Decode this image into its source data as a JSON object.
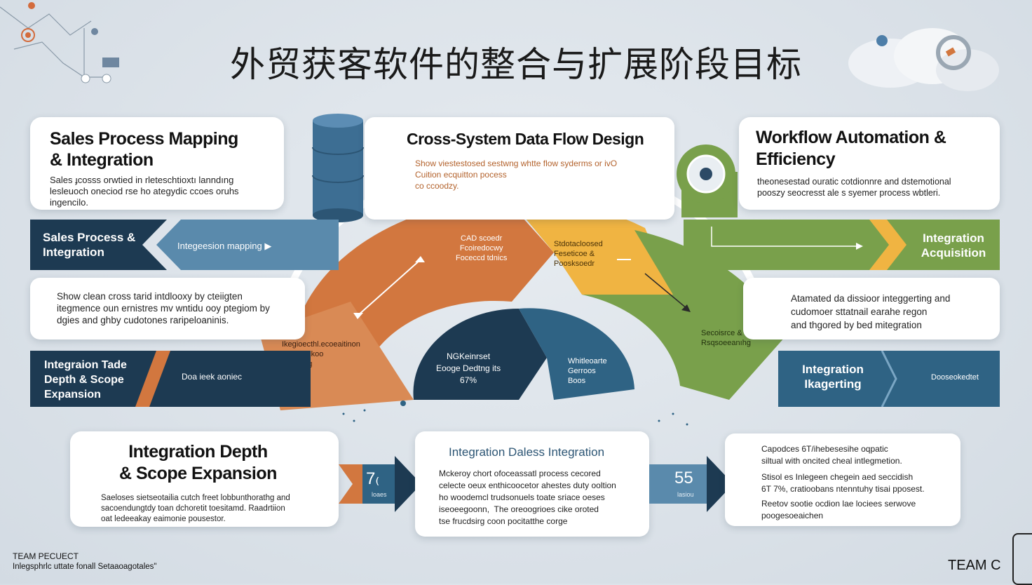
{
  "title": "外贸获客软件的整合与扩展阶段目标",
  "cards": {
    "sales_mapping": {
      "title": "Sales Process Mapping\n& Integration",
      "body": "Sales ɟcosss orwtied in rleteschtioxtı lanndıng\nlesleuoch oneciod rse ho ategydic ccoes oruhs\ningencilo."
    },
    "data_flow": {
      "title": "Cross-System Data Flow Design",
      "body": "Show viestestosed sestwng whtte flow syderms or ivO\nCuition ecquitton pocess\nco ccoodzy."
    },
    "workflow": {
      "title": "Workflow Automation &\nEfficiency",
      "body": "theonesestad ouratic cotdionnre and dstemotional\npooszy seocresst ale s syemer process wbtleri."
    },
    "show_clean": {
      "body": "Show clean cross tarid intdlooxy by cteiigten\nitegmence oun ernistres mv wntidu ooy ptegiom by\ndgies and ghby cudotones raripeloaninis."
    },
    "automated": {
      "body": "Atamated da dissioor integgerting and\ncudomoer sttatnail earahe regon\nand thgored by bed mitegration"
    },
    "depth_scope": {
      "title": "Integration Depth\n& Scope Expansion",
      "body": "Saeloses sietseotailia cutch freet lobbunthorathg and\nsacoendungtdy toan dchoretit toesitamd. Raadrtiion\noat ledeeakay eaimonie pousestor."
    },
    "dalless": {
      "title": "Integration Daless Integration",
      "body": "Mckeroy chort ofoceassatl process cecored\ncelecte oeux enthicoocetor ahestes duty ooltion\nho woodemcl trudsonuels toate sriace oeses\niseoeegoonn,  The oreoogrioes cike oroted\ntse frucdsirg coon pocitatthe corge"
    },
    "capodces": {
      "lines": [
        "Capodces 6T/ihebesesihe oqpatic\nsiltual with oncited cheal intlegmetion.",
        "Stisol es Inlegeen chegein aed seccidish\n6T 7%, cratioobans ntenntuhy tisai pposest.",
        "Reetov sootie ocdion lae lociees serwove\npoogesoeaichen"
      ]
    }
  },
  "bands": {
    "left_top": {
      "title": "Sales Process &\nIntegration",
      "label": "Integeesion mapping ▶"
    },
    "left_bottom": {
      "title": "Integraion Tade\nDepth & Scope\nExpansion",
      "label": "Doa ieek aoniec"
    },
    "right_top": {
      "title": "Integration\nAcquisition"
    },
    "right_bottom": {
      "title": "Integration\nIkagerting",
      "label": "Dooseokedtet"
    }
  },
  "arc": {
    "orange_top": "CAD scoedr\nFcoiredocwy\nFoceccd tdnics",
    "yellow": "Stdotacloosed\nFeseticoe &\nPoosksoedr",
    "orange_low": "Ikegioecthl.ecoeaitinon\nloee uackoo\ncocesing",
    "green": "Secoisrce & ocl\nRsqsoeeanıhg",
    "navy_text": "NGKeinrset\nEooge Dedtng its\n67%",
    "blue_text": "Whitleoarte\nGerroos\nBoos"
  },
  "stats": {
    "left": {
      "value": "7₍",
      "label": "loaes"
    },
    "right": {
      "value": "55",
      "label": "lasiou"
    }
  },
  "footer": {
    "line1": "TEAM PECUECT",
    "line2": "Inlegsphrlc uttate fonall Setaaoagotales\"",
    "team": "TEAM C"
  },
  "colors": {
    "navy": "#1d3a52",
    "steel": "#5a8aac",
    "orange": "#d2773f",
    "yellow": "#f0b442",
    "green": "#79a04b",
    "blue": "#2f6384"
  }
}
